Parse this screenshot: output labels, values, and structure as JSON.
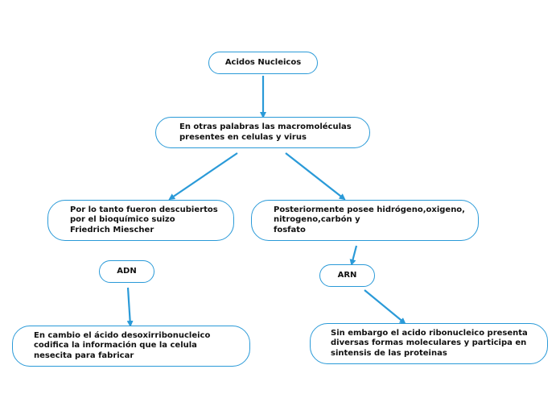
{
  "colors": {
    "accent": "#2a9ad8",
    "text": "#111111",
    "background": "#ffffff"
  },
  "nodes": {
    "title": "Acidos Nucleicos",
    "macro": "En otras palabras las macromoléculas\npresentes en celulas y virus",
    "descubiertos": "Por lo tanto fueron descubiertos\npor el bioquímico suizo\nFriedrich Miescher",
    "posteriormente": "Posteriormente posee hidrógeno,oxigeno,\nnitrogeno,carbón y\nfosfato",
    "adn": "ADN",
    "arn": "ARN",
    "cambio": "En cambio el ácido desoxirribonucleico\ncodifica la información que la celula\nnesecita para fabricar",
    "sin_embargo": "Sin embargo el acido ribonucleico presenta\ndiversas formas moleculares y participa en\nsintensis de las proteinas"
  }
}
